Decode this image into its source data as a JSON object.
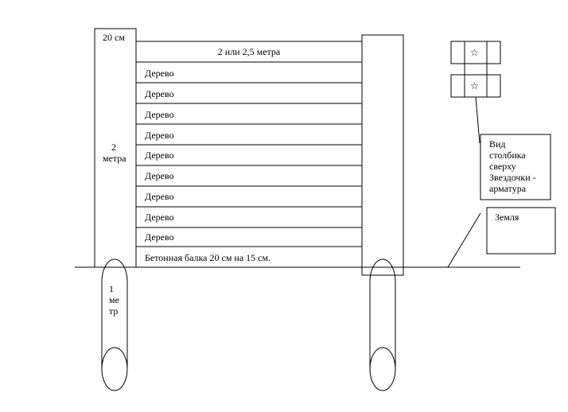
{
  "post_top_label": "20 см",
  "post_height_label": "2\nметра",
  "span_label": "2 или 2,5 метра",
  "boards": [
    "Дерево",
    "Дерево",
    "Дерево",
    "Дерево",
    "Дерево",
    "Дерево",
    "Дерево",
    "Дерево",
    "Дерево"
  ],
  "beam_label": "Бетонная балка 20 см на 15 см.",
  "underground_label": "1\nме\nтр",
  "top_view_note": "Вид\nстолбика\nсверху\nЗвездочки -\nарматура",
  "ground_label": "Земля",
  "rebar_symbol": "☆"
}
